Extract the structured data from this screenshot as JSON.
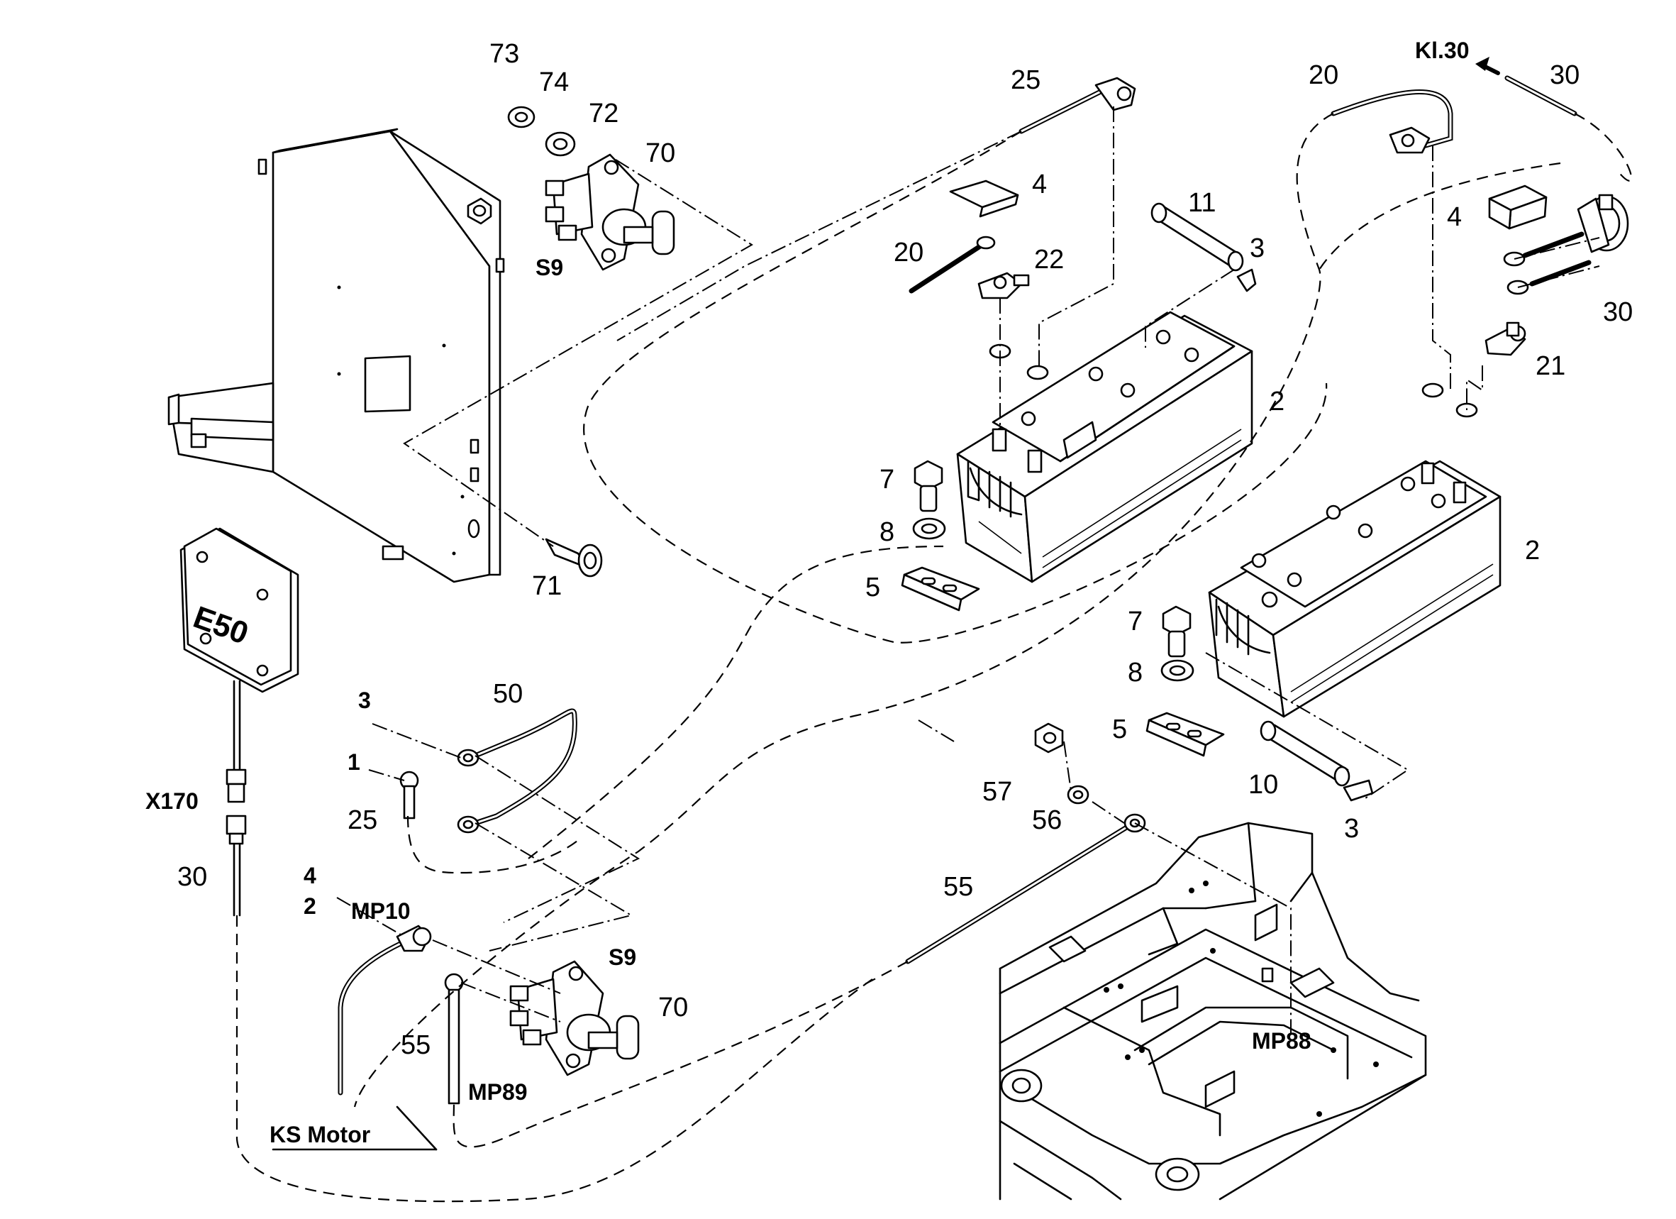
{
  "labels": {
    "l73": "73",
    "l74": "74",
    "l72": "72",
    "l70a": "70",
    "l70b": "70",
    "s9a": "S9",
    "s9b": "S9",
    "l71": "71",
    "l25a": "25",
    "l25b": "25",
    "l20a": "20",
    "l20b": "20",
    "l22": "22",
    "l21": "21",
    "l4a": "4",
    "l4b": "4",
    "l11": "11",
    "l10": "10",
    "l3a": "3",
    "l3b": "3",
    "l3c": "3",
    "l2a": "2",
    "l2b": "2",
    "l7a": "7",
    "l7b": "7",
    "l8a": "8",
    "l8b": "8",
    "l5a": "5",
    "l5b": "5",
    "kl30": "Kl.30",
    "l30a": "30",
    "l30b": "30",
    "l30c": "30",
    "e50": "E50",
    "x170": "X170",
    "l50": "50",
    "l1": "1",
    "l4c": "4",
    "l2c": "2",
    "mp10": "MP10",
    "l55a": "55",
    "l55b": "55",
    "mp89": "MP89",
    "ksmotor": "KS Motor",
    "l57": "57",
    "l56": "56",
    "mp88": "MP88"
  }
}
